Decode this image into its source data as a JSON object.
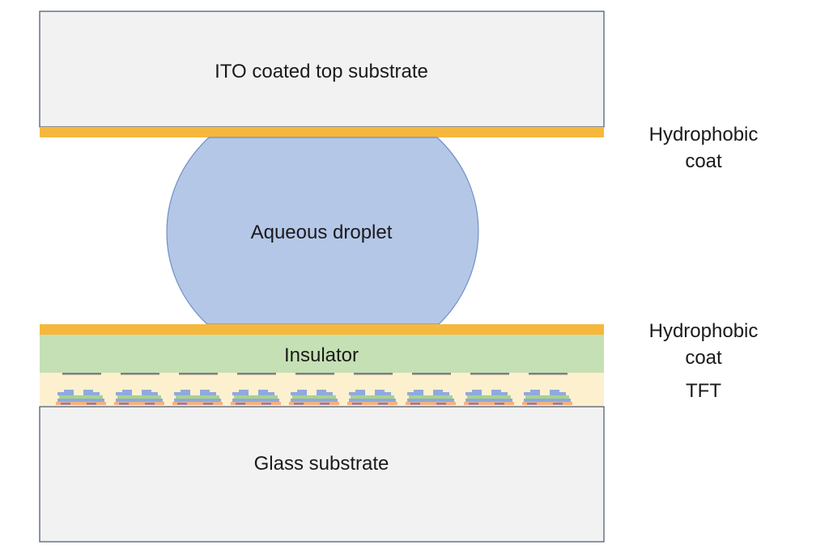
{
  "layers": {
    "top_substrate": "ITO coated top substrate",
    "droplet": "Aqueous droplet",
    "insulator": "Insulator",
    "bottom_substrate": "Glass substrate"
  },
  "side_labels": {
    "top_coat": [
      "Hydrophobic",
      "coat"
    ],
    "bottom_coat": [
      "Hydrophobic",
      "coat"
    ],
    "tft": "TFT"
  },
  "colors": {
    "substrate_fill": "#f2f2f2",
    "substrate_edge": "#44546a",
    "hydrophobic_coat": "#f5b83d",
    "droplet_fill": "#b4c7e7",
    "droplet_edge": "#6f8fc8",
    "insulator": "#c5e0b4",
    "tft_background": "#fdf0cf",
    "tft_electrode": "#7f7f7f",
    "tft_gate": "#8faadc",
    "tft_semiconductor": "#a9d18e",
    "tft_base": "#f4b183",
    "tft_channel": "#7f7fbf"
  },
  "tft_cell_count": 9
}
